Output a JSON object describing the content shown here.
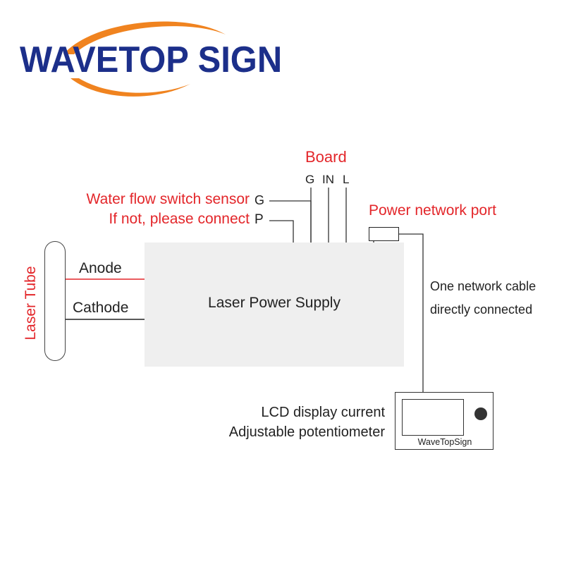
{
  "logo": {
    "text": "WAVETOP SIGN",
    "text_color": "#1c2f8a",
    "arc_color": "#f0831f"
  },
  "diagram": {
    "board_title": "Board",
    "board_pins": [
      "G",
      "IN",
      "L"
    ],
    "water_sensor_label": "Water flow switch sensor",
    "water_sensor_pin": "G",
    "if_not_label": "If not, please connect",
    "if_not_pin": "P",
    "power_port_label": "Power network port",
    "network_note_line1": "One network cable",
    "network_note_line2": "directly connected",
    "psu_label": "Laser Power Supply",
    "tube_label": "Laser Tube",
    "anode_label": "Anode",
    "cathode_label": "Cathode",
    "lcd_note_line1": "LCD display current",
    "lcd_note_line2": "Adjustable potentiometer",
    "lcd_brand": "WaveTopSign",
    "colors": {
      "red_text": "#e3262a",
      "anode_wire": "#e3262a",
      "cathode_wire": "#222222",
      "psu_fill": "#efefef"
    }
  }
}
